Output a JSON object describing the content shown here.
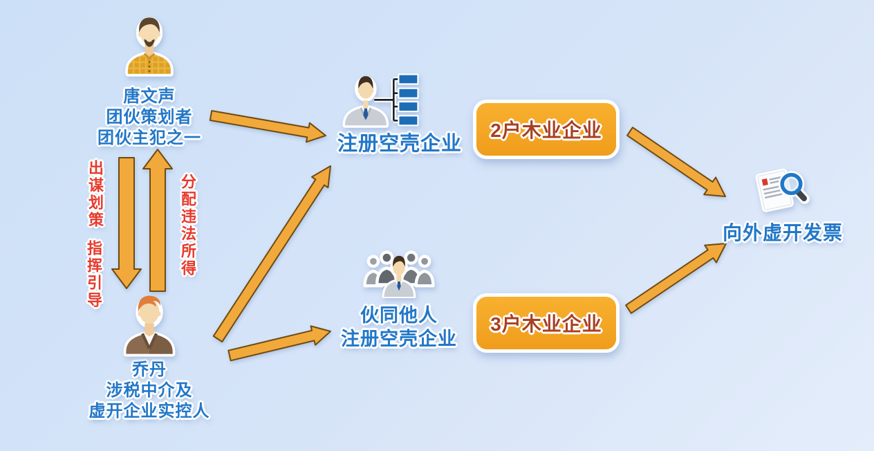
{
  "diagram": {
    "colors": {
      "arrow_fill": "#F2A93C",
      "arrow_stroke": "#6F4B10",
      "label_blue": "#2277C8",
      "label_red": "#E8392B",
      "box_fill_top": "#F8B02F",
      "box_fill_bottom": "#F09D1C",
      "box_text": "#A84023",
      "background_from": "#cce0f7",
      "background_to": "#e4edfa"
    },
    "nodes": {
      "tang": {
        "name": "唐文声",
        "role1": "团伙策划者",
        "role2": "团伙主犯之一",
        "icon": "man-goatee-avatar"
      },
      "qiao": {
        "name": "乔丹",
        "role1": "涉税中介及",
        "role2": "虚开企业实控人",
        "icon": "man-suit-avatar"
      },
      "register_shell": {
        "label": "注册空壳企业",
        "icon": "businessman-orgchart-icon"
      },
      "collude": {
        "line1": "伙同他人",
        "line2": "注册空壳企业",
        "icon": "people-group-icon"
      },
      "timber_top": {
        "label": "2户木业企业"
      },
      "timber_bottom": {
        "label": "3户木业企业"
      },
      "invoice": {
        "label": "向外虚开发票",
        "icon": "invoice-magnifier-icon"
      }
    },
    "edge_labels": {
      "scheme": "出谋划策",
      "guide": "指挥引导",
      "proceeds": "分配违法所得"
    }
  }
}
